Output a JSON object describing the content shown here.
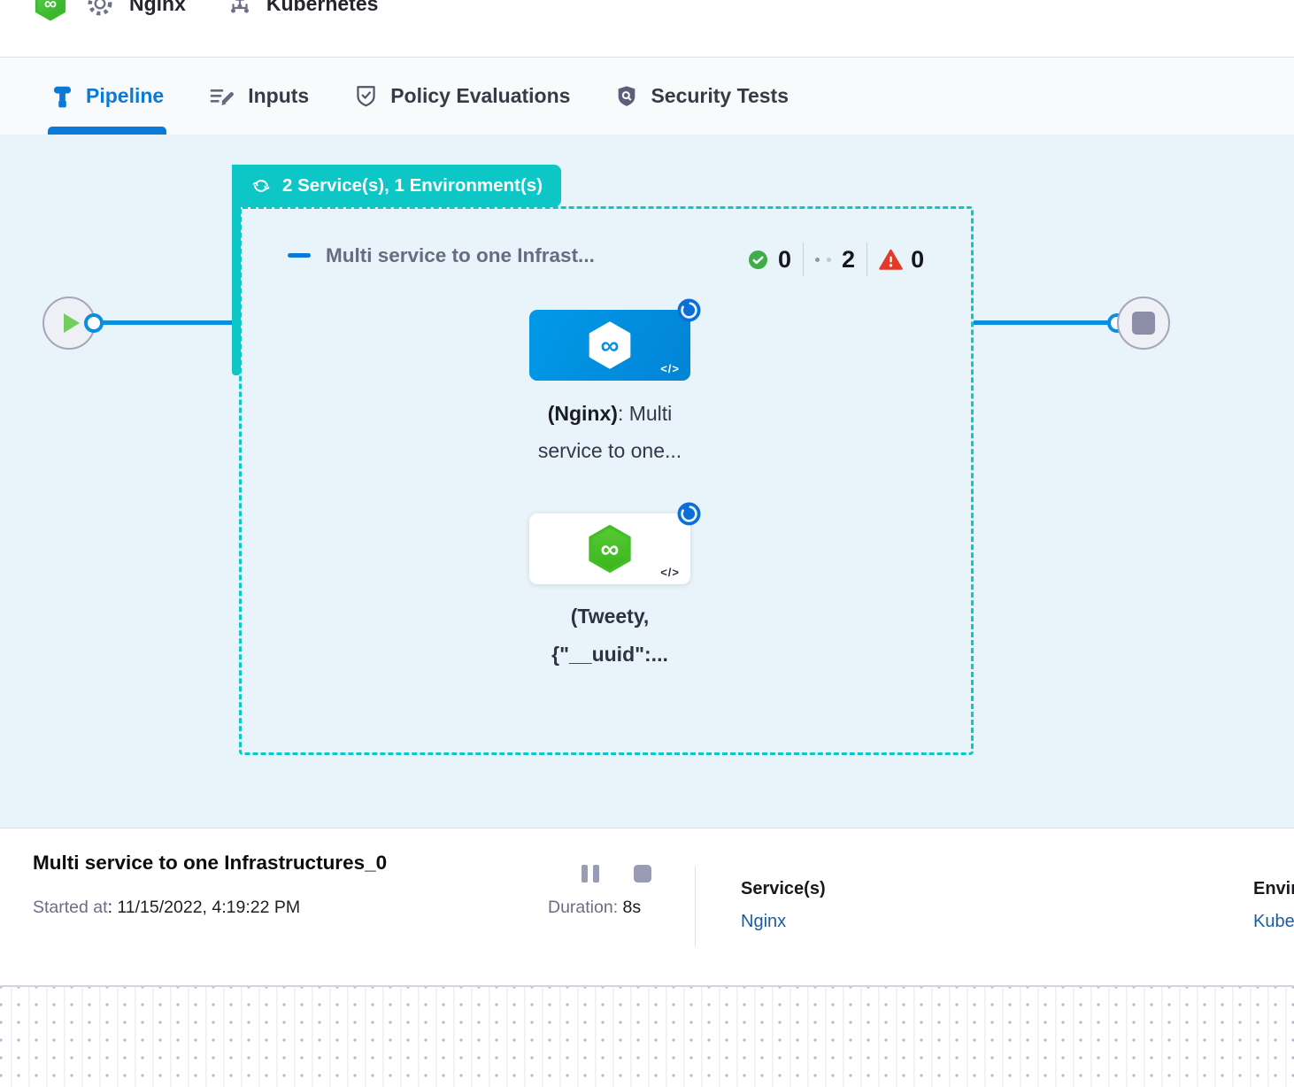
{
  "header": {
    "service": "Nginx",
    "environment": "Kubernetes"
  },
  "tabs": [
    {
      "label": "Pipeline",
      "active": true
    },
    {
      "label": "Inputs",
      "active": false
    },
    {
      "label": "Policy Evaluations",
      "active": false
    },
    {
      "label": "Security Tests",
      "active": false
    }
  ],
  "canvas": {
    "stage_badge": "2 Service(s), 1 Environment(s)",
    "group_title": "Multi service to one Infrast...",
    "counts": {
      "success": "0",
      "running": "2",
      "failed": "0"
    },
    "nodes": [
      {
        "bold": "(Nginx)",
        "rest": ": Multi",
        "line2": "service to one...",
        "code_icon": "</>"
      },
      {
        "line1": "(Tweety,",
        "line2": "{\"__uuid\":...",
        "code_icon": "</>"
      }
    ]
  },
  "footer": {
    "title": "Multi service to one Infrastructures_0",
    "started_label": "Started at",
    "started_value": ": 11/15/2022, 4:19:22 PM",
    "duration_label": "Duration: ",
    "duration_value": "8s",
    "services_label": "Service(s)",
    "services_value": "Nginx",
    "environments_label": "Environment(s)",
    "environments_value": "Kubernetes"
  },
  "colors": {
    "accent_blue": "#0b79d8",
    "edge_blue": "#0a8fe0",
    "teal": "#0dc6c6",
    "success_green": "#3fae48",
    "error_red": "#e23a28",
    "link_blue": "#1d5b9d",
    "canvas_bg": "#e8f4f9"
  }
}
